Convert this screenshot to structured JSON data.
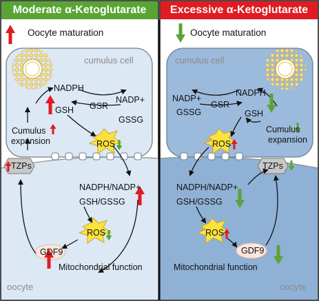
{
  "colors": {
    "left_header": "#5aa434",
    "right_header": "#e11b22",
    "left_bg": "#dce8f4",
    "right_bg": "#8fb1d6",
    "right_cell": "#9cbadb",
    "ros_star": "#fde23a",
    "gdf9": "#fbe6de",
    "tzp": "#c8c8c8",
    "up_arrow": "#e11b22",
    "down_arrow": "#5aa434"
  },
  "left": {
    "header": "Moderate α-Ketoglutarate",
    "maturation": "Oocyte maturation",
    "cell": "cumulus cell",
    "nadph": "NADPH",
    "nadp": "NADP+",
    "gsr": "GSR",
    "gsh": "GSH",
    "gssg": "GSSG",
    "expansion": [
      "Cumulus",
      "expansion"
    ],
    "ros1": "ROS",
    "tzps": "TZPs",
    "ratio1": "NADPH/NADP+",
    "ratio2": "GSH/GSSG",
    "ros2": "ROS",
    "gdf9": "GDF9",
    "mito": "Mitochondrial function",
    "oocyte": "oocyte"
  },
  "right": {
    "header": "Excessive α-Ketoglutarate",
    "maturation": "Oocyte maturation",
    "cell": "cumulus cell",
    "nadph": "NADPH",
    "nadp": "NADP+",
    "gsr": "GSR",
    "gsh": "GSH",
    "gssg": "GSSG",
    "expansion": [
      "Cumulus",
      "expansion"
    ],
    "ros1": "ROS",
    "tzps": "TZPs",
    "ratio1": "NADPH/NADP+",
    "ratio2": "GSH/GSSG",
    "ros2": "ROS",
    "gdf9": "GDF9",
    "mito": "Mitochondrial function",
    "oocyte": "oocyte"
  }
}
